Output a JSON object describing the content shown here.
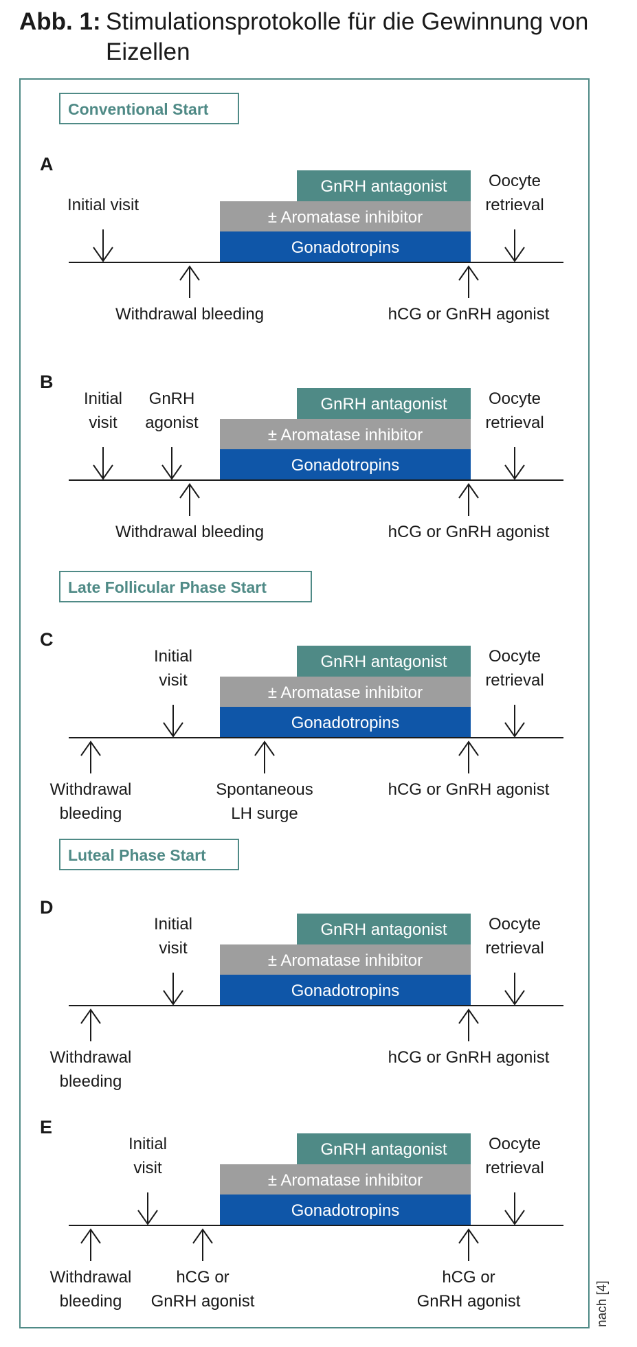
{
  "title": {
    "label": "Abb. 1:",
    "text": "Stimulationsprotokolle für die Gewinnung von Eizellen"
  },
  "source_note": "nach [4]",
  "colors": {
    "teal": "#4f8a86",
    "gray": "#9e9e9e",
    "blue": "#0f56a8",
    "line": "#1a1a1a"
  },
  "sections": [
    {
      "title": "Conventional Start"
    },
    {
      "title": "Late Follicular Phase Start"
    },
    {
      "title": "Luteal Phase Start"
    }
  ],
  "panels": [
    {
      "label": "A",
      "bars": {
        "top": "GnRH antagonist",
        "middle": "± Aromatase inhibitor",
        "bottom": "Gonadotropins"
      },
      "above": [
        {
          "lines": [
            "Initial visit"
          ]
        },
        {
          "lines": [
            "Oocyte",
            "retrieval"
          ]
        }
      ],
      "below": [
        {
          "lines": [
            "Withdrawal bleeding"
          ]
        },
        {
          "lines": [
            "hCG or GnRH agonist"
          ]
        }
      ]
    },
    {
      "label": "B",
      "bars": {
        "top": "GnRH antagonist",
        "middle": "± Aromatase inhibitor",
        "bottom": "Gonadotropins"
      },
      "above": [
        {
          "lines": [
            "Initial",
            "visit"
          ]
        },
        {
          "lines": [
            "GnRH",
            "agonist"
          ]
        },
        {
          "lines": [
            "Oocyte",
            "retrieval"
          ]
        }
      ],
      "below": [
        {
          "lines": [
            "Withdrawal bleeding"
          ]
        },
        {
          "lines": [
            "hCG or GnRH agonist"
          ]
        }
      ]
    },
    {
      "label": "C",
      "bars": {
        "top": "GnRH antagonist",
        "middle": "± Aromatase inhibitor",
        "bottom": "Gonadotropins"
      },
      "above": [
        {
          "lines": [
            "Initial",
            "visit"
          ]
        },
        {
          "lines": [
            "Oocyte",
            "retrieval"
          ]
        }
      ],
      "below": [
        {
          "lines": [
            "Withdrawal",
            "bleeding"
          ]
        },
        {
          "lines": [
            "Spontaneous",
            "LH surge"
          ]
        },
        {
          "lines": [
            "hCG or GnRH agonist"
          ]
        }
      ]
    },
    {
      "label": "D",
      "bars": {
        "top": "GnRH antagonist",
        "middle": "± Aromatase inhibitor",
        "bottom": "Gonadotropins"
      },
      "above": [
        {
          "lines": [
            "Initial",
            "visit"
          ]
        },
        {
          "lines": [
            "Oocyte",
            "retrieval"
          ]
        }
      ],
      "below": [
        {
          "lines": [
            "Withdrawal",
            "bleeding"
          ]
        },
        {
          "lines": [
            "hCG or GnRH agonist"
          ]
        }
      ]
    },
    {
      "label": "E",
      "bars": {
        "top": "GnRH antagonist",
        "middle": "± Aromatase inhibitor",
        "bottom": "Gonadotropins"
      },
      "above": [
        {
          "lines": [
            "Initial",
            "visit"
          ]
        },
        {
          "lines": [
            "Oocyte",
            "retrieval"
          ]
        }
      ],
      "below": [
        {
          "lines": [
            "Withdrawal",
            "bleeding"
          ]
        },
        {
          "lines": [
            "hCG or",
            "GnRH agonist"
          ]
        },
        {
          "lines": [
            "hCG or",
            "GnRH agonist"
          ]
        }
      ]
    }
  ]
}
